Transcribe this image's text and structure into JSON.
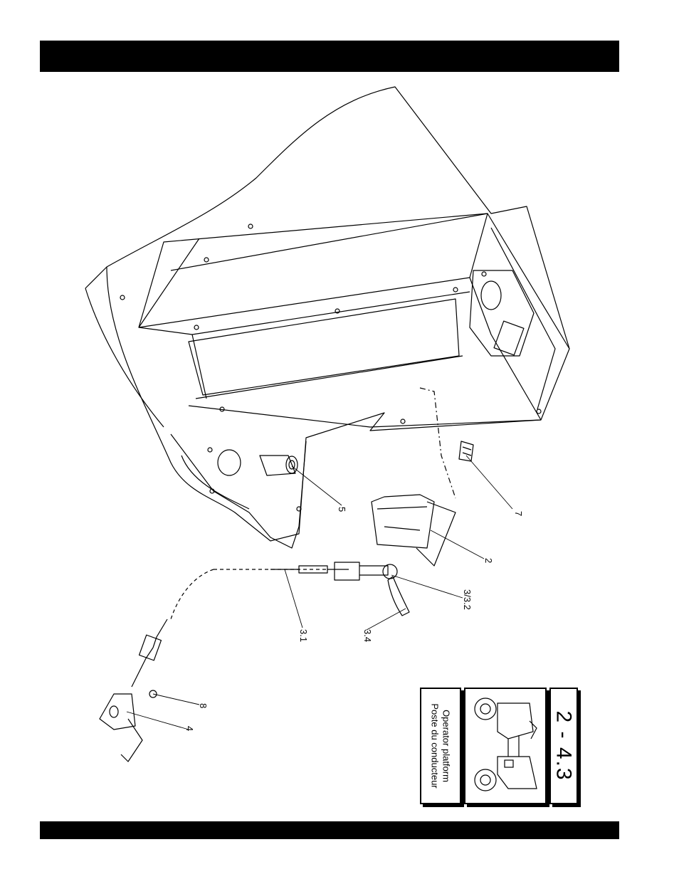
{
  "callouts": {
    "c5": "5",
    "c7": "7",
    "c2": "2",
    "c3_3_2": "3/3.2",
    "c3_1": "3.1",
    "c3_4": "3.4",
    "c8": "8",
    "c4": "4"
  },
  "info": {
    "section_number": "2 - 4.3",
    "title_en": "Operator platform",
    "title_fr": "Poste du conducteur"
  },
  "icons": {
    "diagram": "operator-platform-exploded-view",
    "thumbnail": "roller-machine-side-view"
  }
}
